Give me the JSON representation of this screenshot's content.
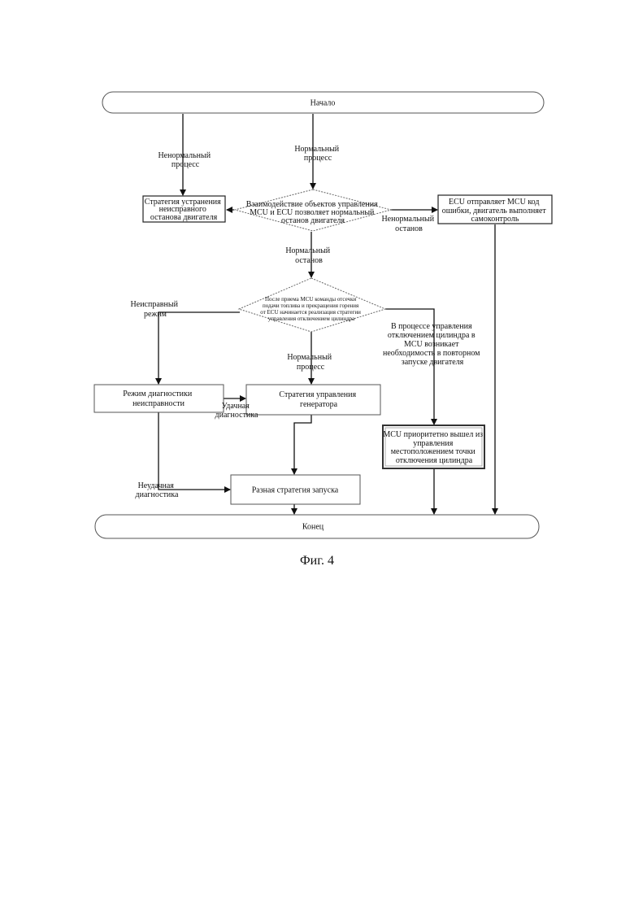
{
  "figure": {
    "caption": "Фиг. 4",
    "nodes": {
      "start": "Начало",
      "end": "Конец",
      "fault_strategy": [
        "Стратегия устранения",
        "неисправного",
        "останова двигателя"
      ],
      "interaction_decision": [
        "Взаимодействие объектов управления",
        "MCU и ECU позволяет нормальный",
        "останов двигателя"
      ],
      "ecu_sends": [
        "ECU отправляет MCU код",
        "ошибки, двигатель выполняет",
        "самоконтроль"
      ],
      "cylinder_decision": [
        "После приема MCU команды отсечки",
        "подачи топлива и прекращения горения",
        "от ECU начинается реализация стратегии",
        "управления отключением цилиндра"
      ],
      "fault_diag_mode": [
        "Режим диагностики",
        "неисправности"
      ],
      "generator_strategy": [
        "Стратегия управления",
        "генератора"
      ],
      "mcu_priority": [
        "MCU приоритетно вышел из",
        "управления",
        "местоположением точки",
        "отключения цилиндра"
      ],
      "start_strategy": "Разная стратегия запуска"
    },
    "labels": {
      "abnormal_process": [
        "Ненормальный",
        "процесс"
      ],
      "normal_process_1": [
        "Нормальный",
        "процесс"
      ],
      "abnormal_stop": [
        "Ненормальный",
        "останов"
      ],
      "normal_stop": [
        "Нормальный",
        "останов"
      ],
      "faulty_mode": [
        "Неисправный",
        "режим"
      ],
      "normal_process_2": [
        "Нормальный",
        "процесс"
      ],
      "restart_need": [
        "В процессе управления",
        "отключением цилиндра в",
        "MCU возникает",
        "необходимость в повторном",
        "запуске двигателя"
      ],
      "successful_diag": [
        "Удачная",
        "диагностика"
      ],
      "failed_diag": [
        "Неудачная",
        "диагностика"
      ]
    }
  }
}
